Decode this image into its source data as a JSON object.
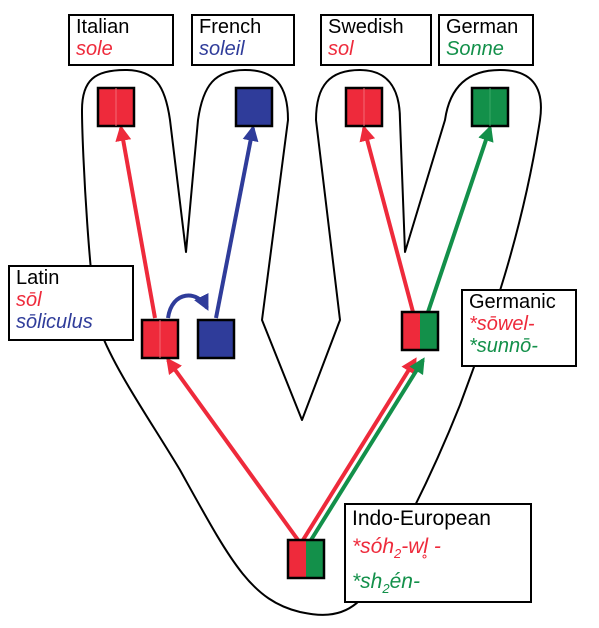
{
  "colors": {
    "red": "#ee2a3b",
    "blue": "#2f3c9a",
    "green": "#13904a",
    "outline": "#000000"
  },
  "languages": {
    "italian": {
      "name": "Italian",
      "word": "sole"
    },
    "french": {
      "name": "French",
      "word": "soleil"
    },
    "swedish": {
      "name": "Swedish",
      "word": "sol"
    },
    "german": {
      "name": "German",
      "word": "Sonne"
    },
    "latin": {
      "name": "Latin",
      "words": [
        "sōl",
        "sōliculus"
      ]
    },
    "germanic": {
      "name": "Germanic",
      "words": [
        "*sōwel-",
        "*sunnō-"
      ]
    },
    "indo_european": {
      "name": "Indo-European",
      "word1_pre": "*sóh",
      "word1_sub": "2",
      "word1_post": "-wl̥ -",
      "word2_pre": "*sh",
      "word2_sub": "2",
      "word2_post": "én-"
    }
  }
}
